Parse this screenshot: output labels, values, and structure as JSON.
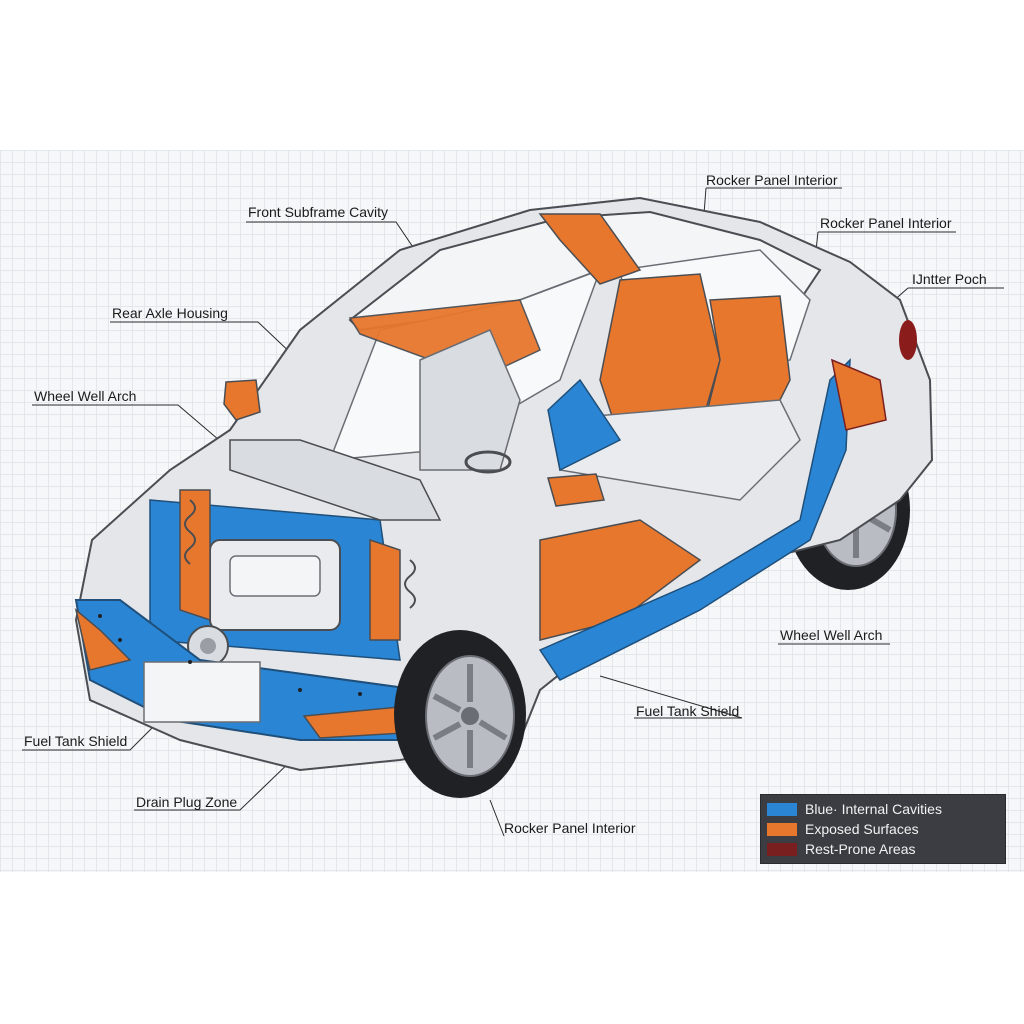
{
  "labels": {
    "rocker_panel_top": "Rocker Panel Interior",
    "front_subframe": "Front Subframe Cavity",
    "rocker_panel_right": "Rocker Panel Interior",
    "jutter_poch": "IJntter Poch",
    "rear_axle_housing": "Rear Axle Housing",
    "wheel_well_arch_left": "Wheel Well Arch",
    "wheel_well_arch_right": "Wheel Well Arch",
    "fuel_tank_shield_right": "Fuel Tank Shield",
    "fuel_tank_shield_left": "Fuel Tank Shield",
    "drain_plug_zone": "Drain Plug Zone",
    "rocker_panel_bottom": "Rocker Panel Interior"
  },
  "legend": {
    "items": [
      {
        "label": "Blue· Internal Cavities",
        "color": "#2a86d4"
      },
      {
        "label": "Exposed Surfaces",
        "color": "#e8772e"
      },
      {
        "label": "Rest-Prone Areas",
        "color": "#7a1f1f"
      }
    ]
  },
  "colors": {
    "internal_cavities": "#2a86d4",
    "exposed_surfaces": "#e8772e",
    "rust_prone": "#7a1f1f",
    "body_shell": "#e4e6e9",
    "outline": "#4a4d52"
  },
  "icons": [
    "car-cutaway-illustration",
    "wheel-icon",
    "seat-icon",
    "engine-icon"
  ]
}
